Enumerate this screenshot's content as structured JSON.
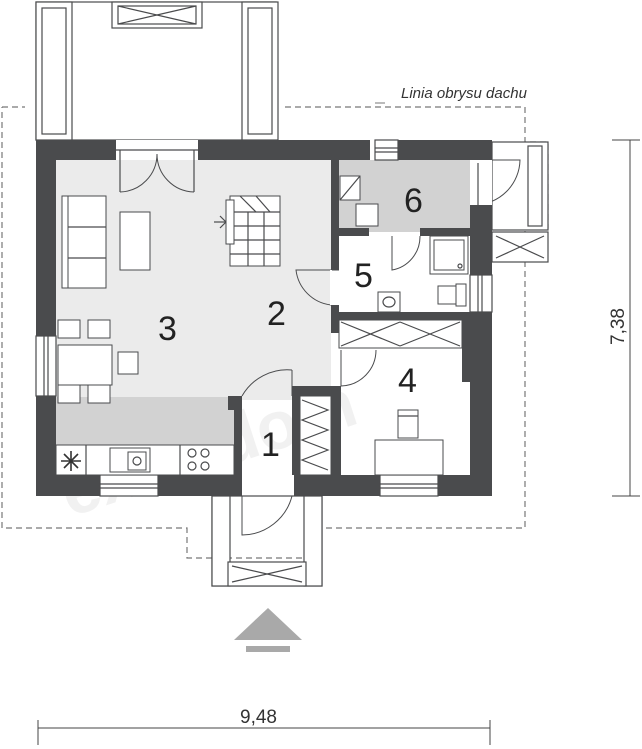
{
  "roof_outline_label": "Linia obrysu dachu",
  "rooms": [
    {
      "id": "1"
    },
    {
      "id": "2"
    },
    {
      "id": "3"
    },
    {
      "id": "4"
    },
    {
      "id": "5"
    },
    {
      "id": "6"
    }
  ],
  "dimensions": {
    "width": "9,48",
    "height": "7,38"
  },
  "watermark": "extradom",
  "colors": {
    "wall": "#4a4b4d",
    "floor_light": "#ebebeb",
    "floor_grey": "#d2d2d2",
    "entrance_arrow": "#a9a9a9"
  }
}
